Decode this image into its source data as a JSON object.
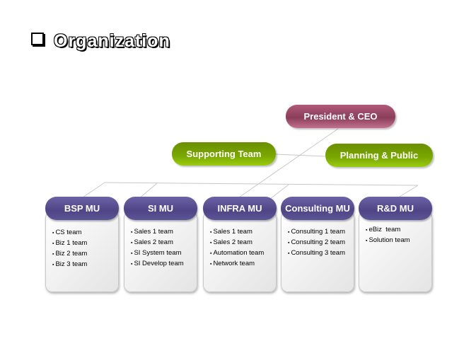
{
  "title": "Organization",
  "ceo": "President & CEO",
  "supporting": "Supporting Team",
  "planning": "Planning & Public",
  "units": [
    {
      "name": "BSP MU",
      "teams": [
        "CS team",
        "Biz 1 team",
        "Biz 2 team",
        "Biz 3 team"
      ]
    },
    {
      "name": "SI MU",
      "teams": [
        "Sales 1 team",
        "Sales 2 team",
        "SI System team",
        "SI Develop team"
      ]
    },
    {
      "name": "INFRA MU",
      "teams": [
        "Sales 1 team",
        "Sales 2 team",
        "Automation team",
        "Network  team"
      ]
    },
    {
      "name": "Consulting MU",
      "teams": [
        "Consulting 1 team",
        "Consulting 2 team",
        "Consulting 3 team"
      ]
    },
    {
      "name": "R&D MU",
      "teams": [
        "eBiz  team",
        "Solution team"
      ]
    }
  ]
}
